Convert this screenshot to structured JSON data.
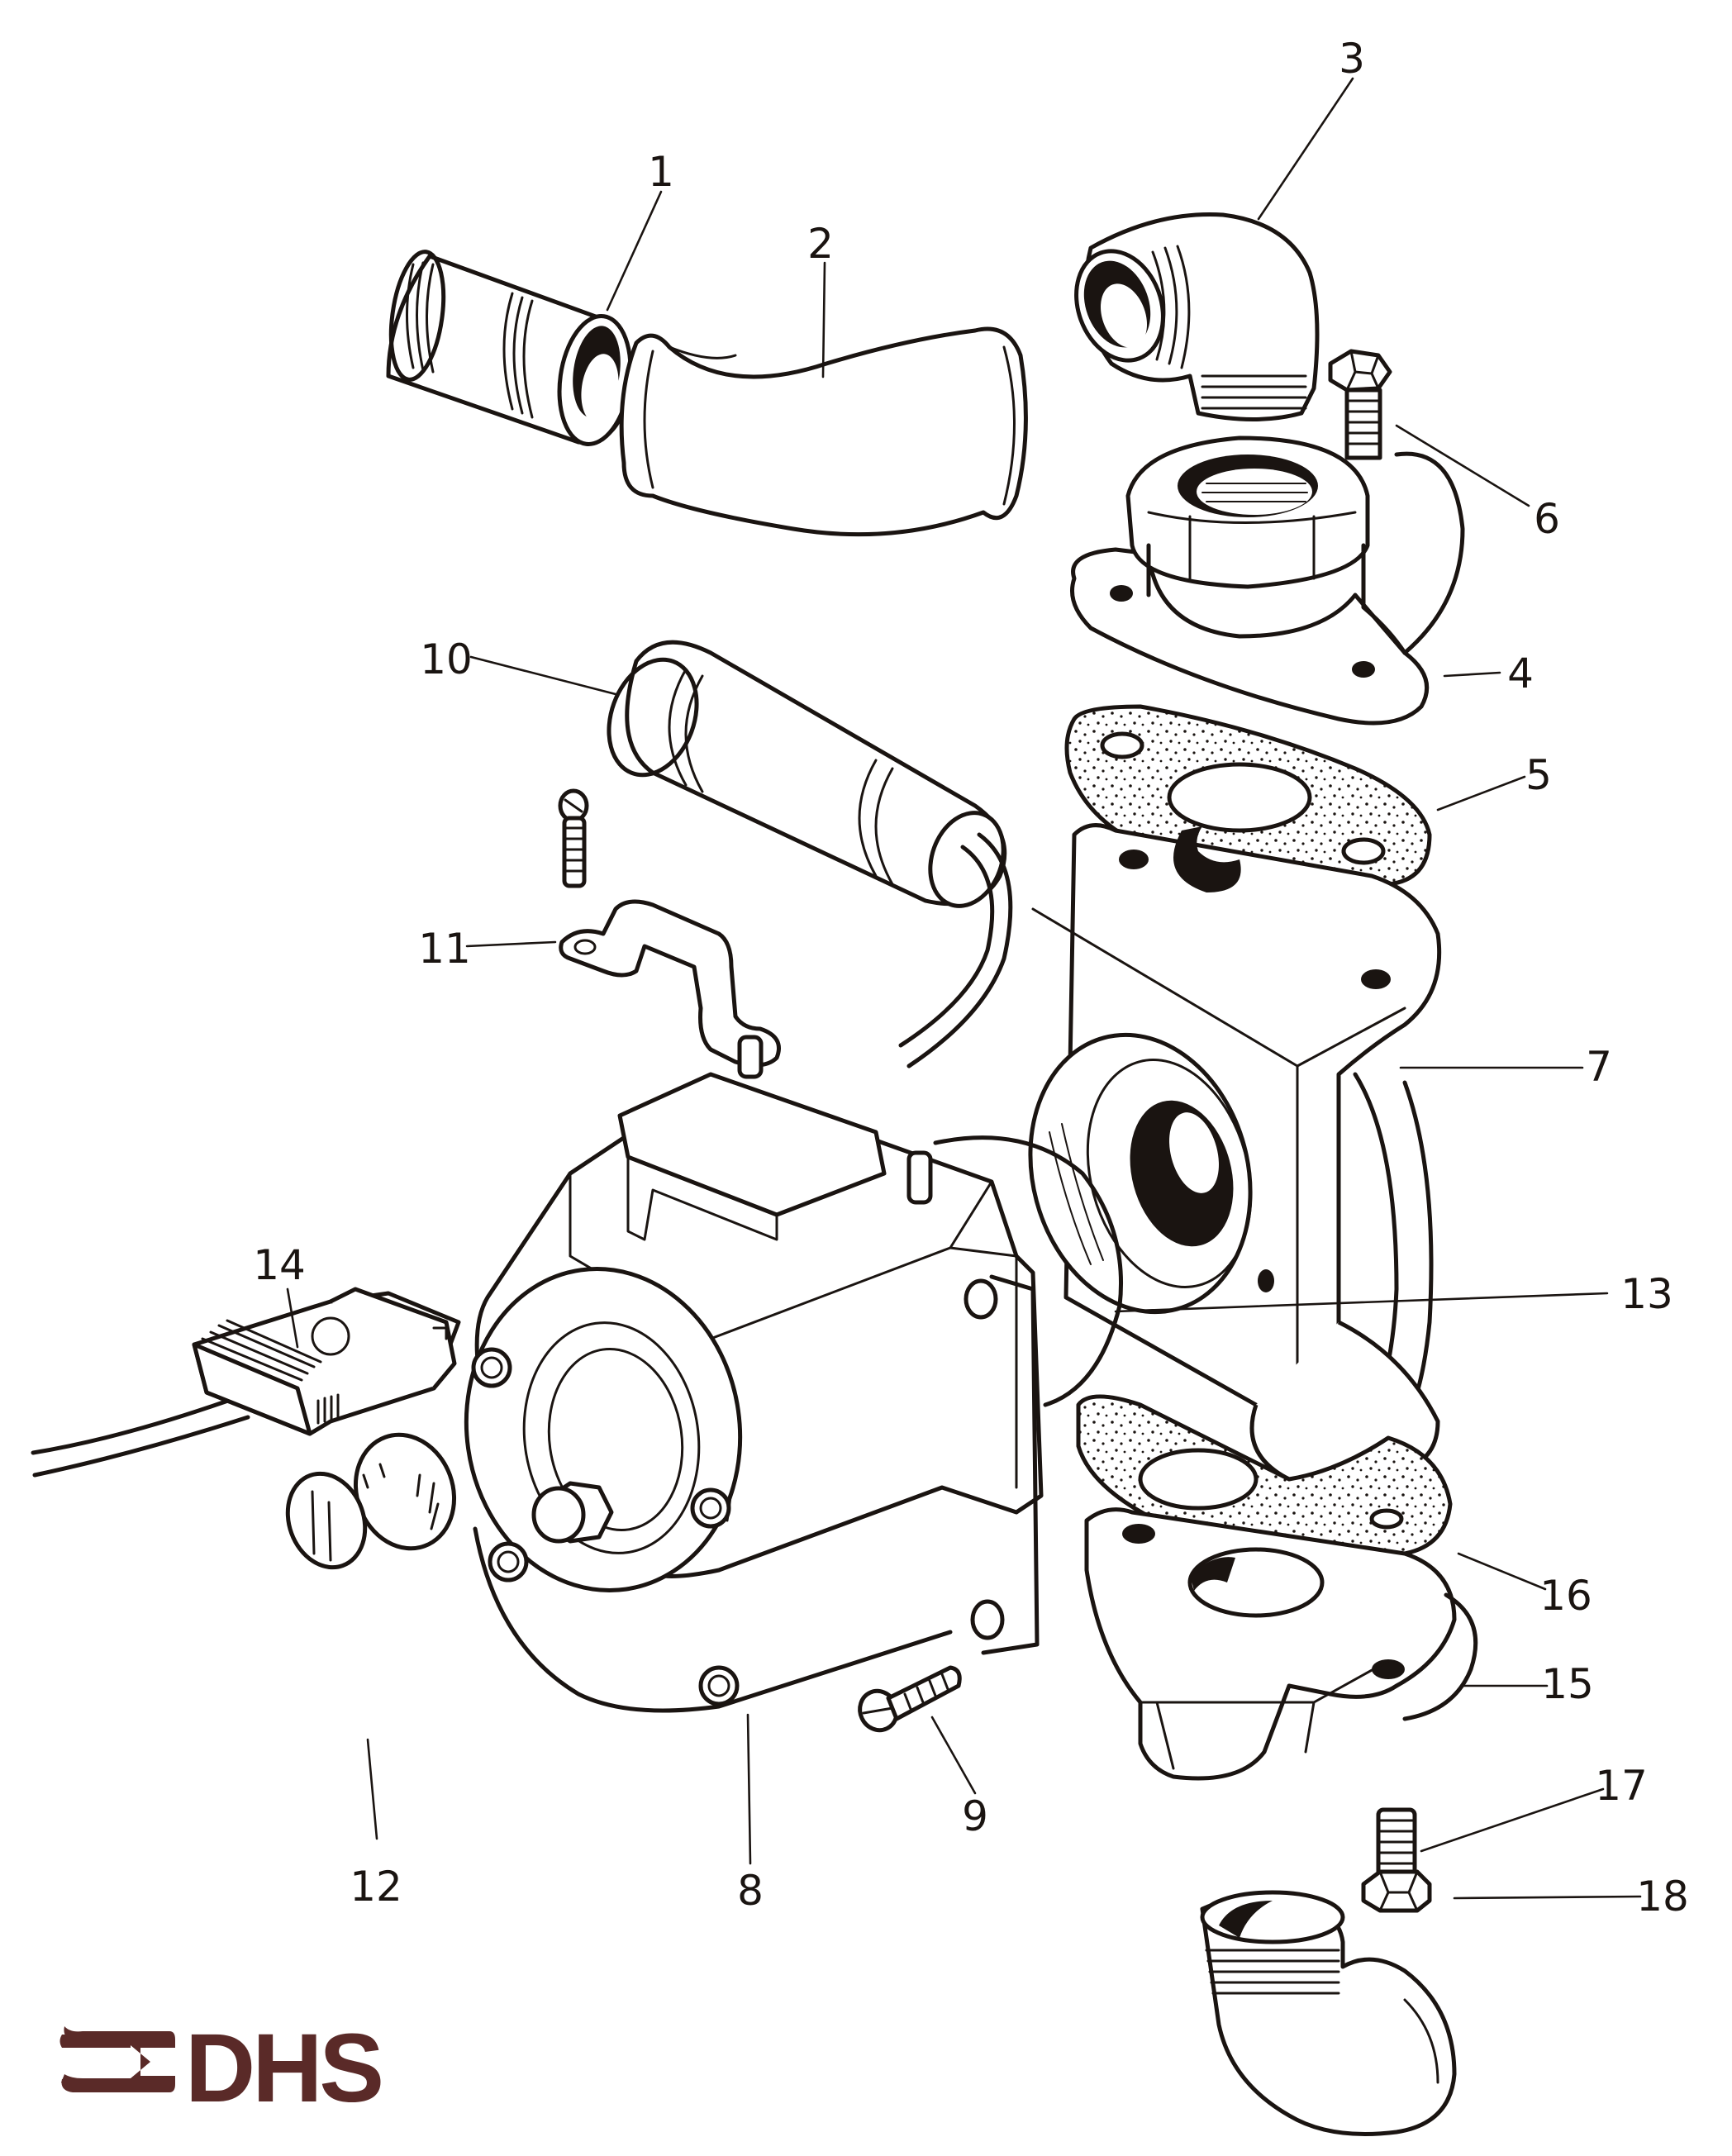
{
  "diagram": {
    "title": "Circulating pump exploded parts diagram",
    "logo": {
      "text": "DHS",
      "color": "#5a2a28",
      "icon": "arrow-in-bracket-icon"
    },
    "line_color": "#1a1411",
    "callouts": [
      {
        "number": "1",
        "part": "threaded pipe nipple"
      },
      {
        "number": "2",
        "part": "curved pipe bend"
      },
      {
        "number": "3",
        "part": "threaded elbow (outlet)"
      },
      {
        "number": "4",
        "part": "outlet flange with union nut"
      },
      {
        "number": "5",
        "part": "upper flange gasket"
      },
      {
        "number": "6",
        "part": "hex bolt (upper)"
      },
      {
        "number": "7",
        "part": "pump housing / volute"
      },
      {
        "number": "8",
        "part": "motor unit"
      },
      {
        "number": "9",
        "part": "slotted screw"
      },
      {
        "number": "10",
        "part": "capacitor"
      },
      {
        "number": "11",
        "part": "capacitor clamp bracket"
      },
      {
        "number": "12",
        "part": "speed selector knob"
      },
      {
        "number": "13",
        "part": "O-ring seal"
      },
      {
        "number": "14",
        "part": "mains plug connector with cable"
      },
      {
        "number": "15",
        "part": "inlet flange"
      },
      {
        "number": "16",
        "part": "lower flange gasket"
      },
      {
        "number": "17",
        "part": "hex bolt (lower)"
      },
      {
        "number": "18",
        "part": "threaded elbow (inlet)"
      }
    ]
  }
}
